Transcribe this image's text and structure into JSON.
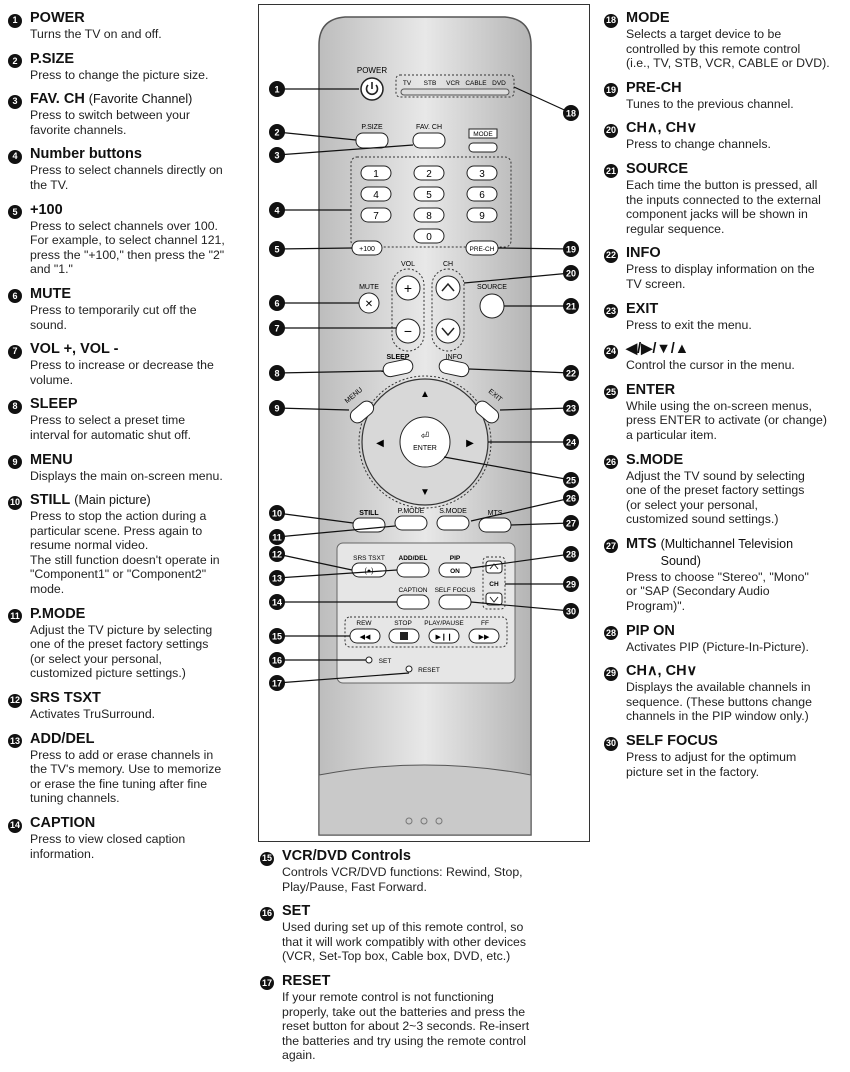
{
  "left_items": [
    {
      "num": "1",
      "title": "POWER",
      "extra": "",
      "desc": "Turns the TV on and off."
    },
    {
      "num": "2",
      "title": "P.SIZE",
      "extra": "",
      "desc": "Press to change the picture size."
    },
    {
      "num": "3",
      "title": "FAV. CH",
      "extra": "(Favorite Channel)",
      "desc": "Press to switch between your\nfavorite channels."
    },
    {
      "num": "4",
      "title": "Number buttons",
      "extra": "",
      "desc": "Press to select channels directly on\nthe TV."
    },
    {
      "num": "5",
      "title": "+100",
      "extra": "",
      "desc": "Press to select channels over 100.\nFor example, to select channel 121,\npress the \"+100,\" then press the \"2\"\nand \"1.\""
    },
    {
      "num": "6",
      "title": "MUTE",
      "extra": "",
      "desc": "Press to temporarily cut off the\nsound."
    },
    {
      "num": "7",
      "title": "VOL +, VOL -",
      "extra": "",
      "desc": "Press to increase or decrease the\nvolume."
    },
    {
      "num": "8",
      "title": "SLEEP",
      "extra": "",
      "desc": "Press to select a preset time\ninterval for automatic shut off."
    },
    {
      "num": "9",
      "title": "MENU",
      "extra": "",
      "desc": "Displays the main on-screen menu."
    },
    {
      "num": "10",
      "title": "STILL",
      "extra": "(Main picture)",
      "desc": "Press to stop the action during a\nparticular scene. Press again to\nresume normal video.\nThe still function doesn't operate in\n\"Component1\" or \"Component2\"\nmode."
    },
    {
      "num": "11",
      "title": "P.MODE",
      "extra": "",
      "desc": "Adjust the TV picture by selecting\none of the preset factory settings\n(or select your personal,\ncustomized picture settings.)"
    },
    {
      "num": "12",
      "title": "SRS TSXT",
      "extra": "",
      "desc": "Activates TruSurround."
    },
    {
      "num": "13",
      "title": "ADD/DEL",
      "extra": "",
      "desc": "Press to add or erase channels in\nthe TV's memory. Use to memorize\nor erase the fine tuning after fine\ntuning channels."
    },
    {
      "num": "14",
      "title": "CAPTION",
      "extra": "",
      "desc": "Press to view closed caption\ninformation."
    }
  ],
  "middle_items": [
    {
      "num": "15",
      "title": "VCR/DVD Controls",
      "extra": "",
      "desc": "Controls VCR/DVD functions: Rewind, Stop,\nPlay/Pause, Fast Forward."
    },
    {
      "num": "16",
      "title": "SET",
      "extra": "",
      "desc": "Used during set up of this remote control, so\nthat it will work compatibly with other devices\n(VCR, Set-Top box, Cable box, DVD, etc.)"
    },
    {
      "num": "17",
      "title": "RESET",
      "extra": "",
      "desc": "If your remote control is not functioning\nproperly, take out the batteries and press the\nreset button for about 2~3 seconds. Re-insert\nthe batteries and try using the remote control\nagain."
    }
  ],
  "right_items": [
    {
      "num": "18",
      "title": "MODE",
      "extra": "",
      "desc": "Selects a target device to be\ncontrolled by this remote control\n(i.e., TV, STB, VCR, CABLE or DVD)."
    },
    {
      "num": "19",
      "title": "PRE-CH",
      "extra": "",
      "desc": "Tunes to the previous channel."
    },
    {
      "num": "20",
      "title": "CH∧, CH∨",
      "extra": "",
      "desc": "Press to change channels."
    },
    {
      "num": "21",
      "title": "SOURCE",
      "extra": "",
      "desc": "Each time the button is pressed, all\nthe inputs connected to the external\ncomponent jacks will be shown in\nregular sequence."
    },
    {
      "num": "22",
      "title": "INFO",
      "extra": "",
      "desc": "Press to display information on the\nTV screen."
    },
    {
      "num": "23",
      "title": "EXIT",
      "extra": "",
      "desc": "Press to exit the menu."
    },
    {
      "num": "24",
      "title": "◀/▶/▼/▲",
      "extra": "",
      "desc": "Control the cursor in the menu."
    },
    {
      "num": "25",
      "title": "ENTER",
      "extra": "",
      "desc": "While using the on-screen menus,\npress ENTER to activate (or change)\na particular item."
    },
    {
      "num": "26",
      "title": "S.MODE",
      "extra": "",
      "desc": "Adjust the TV sound by selecting\none of the preset factory settings\n(or select your personal,\ncustomized sound settings.)"
    },
    {
      "num": "27",
      "title": "MTS",
      "extra": "(Multichannel Television\nSound)",
      "desc": "Press to choose \"Stereo\", \"Mono\"\nor \"SAP (Secondary Audio\nProgram)\"."
    },
    {
      "num": "28",
      "title": "PIP ON",
      "extra": "",
      "desc": "Activates PIP (Picture-In-Picture)."
    },
    {
      "num": "29",
      "title": "CH∧, CH∨",
      "extra": "",
      "desc": "Displays the available channels in\nsequence. (These buttons change\nchannels in the PIP window only.)"
    },
    {
      "num": "30",
      "title": "SELF FOCUS",
      "extra": "",
      "desc": "Press to adjust for the optimum\npicture set in the factory."
    }
  ],
  "remote": {
    "power": "POWER",
    "devices": [
      "TV",
      "STB",
      "VCR",
      "CABLE",
      "DVD"
    ],
    "psize": "P.SIZE",
    "favch": "FAV. CH",
    "mode": "MODE",
    "digits": [
      "1",
      "2",
      "3",
      "4",
      "5",
      "6",
      "7",
      "8",
      "9",
      "0"
    ],
    "plus100": "+100",
    "prech": "PRE-CH",
    "vol": "VOL",
    "ch": "CH",
    "mute": "MUTE",
    "source": "SOURCE",
    "sleep": "SLEEP",
    "info": "INFO",
    "menu": "MENU",
    "exit": "EXIT",
    "enter": "ENTER",
    "still": "STILL",
    "pmode": "P.MODE",
    "smode": "S.MODE",
    "mts": "MTS",
    "srs": "SRS TSXT",
    "adddel": "ADD/DEL",
    "pip": "PIP",
    "on": "ON",
    "caption": "CAPTION",
    "selffocus": "SELF FOCUS",
    "rew": "REW",
    "stop": "STOP",
    "playpause": "PLAY/PAUSE",
    "ff": "FF",
    "set": "SET",
    "reset": "RESET",
    "ch_small": "CH"
  }
}
